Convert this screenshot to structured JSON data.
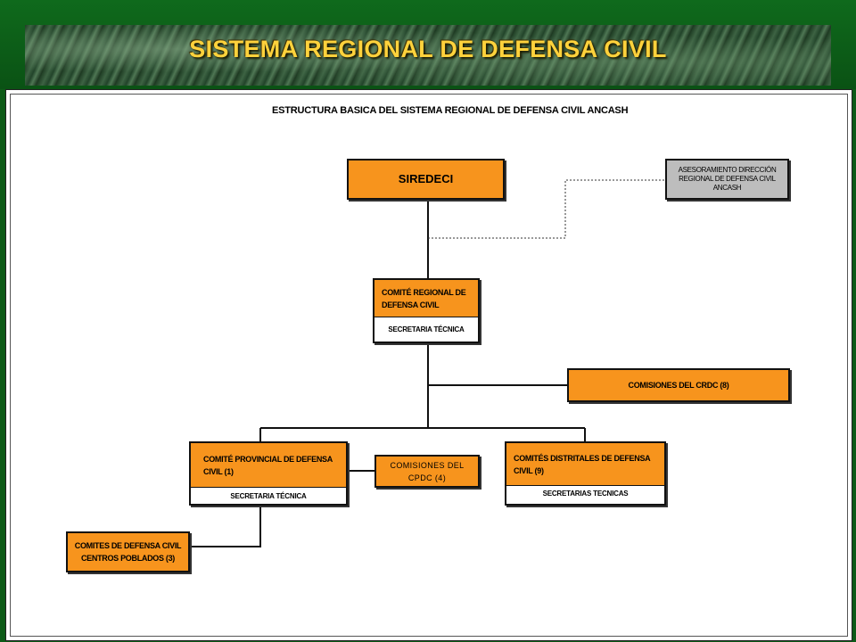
{
  "slide": {
    "title": "SISTEMA REGIONAL  DE DEFENSA CIVIL"
  },
  "diagram": {
    "title": "ESTRUCTURA BASICA DEL SISTEMA REGIONAL DE DEFENSA CIVIL  ANCASH",
    "nodes": {
      "siredeci": "SIREDECI",
      "asesoramiento": "ASESORAMIENTO DIRECCIÓN REGIONAL DE DEFENSA CIVIL ANCASH",
      "comite_regional": "COMITÉ REGIONAL DE DEFENSA CIVIL",
      "comite_regional_secretaria": "SECRETARIA TÉCNICA",
      "comisiones_crdc": "COMISIONES DEL CRDC (8)",
      "comite_provincial": "COMITÉ PROVINCIAL DE DEFENSA CIVIL (1)",
      "comite_provincial_secretaria": "SECRETARIA TÉCNICA",
      "comisiones_cpdc": "COMISIONES DEL CPDC (4)",
      "comites_distritales": "COMITÉS DISTRITALES DE DEFENSA CIVIL (9)",
      "comites_distritales_secretaria": "SECRETARIAS TECNICAS",
      "comites_centros_poblados": "COMITES DE DEFENSA CIVIL CENTROS POBLADOS (3)"
    },
    "colors": {
      "box_fill": "#f7941d",
      "advisory_fill": "#bdbdbd",
      "title_color": "#ffd23c",
      "frame_green": "#0d5a17"
    }
  }
}
